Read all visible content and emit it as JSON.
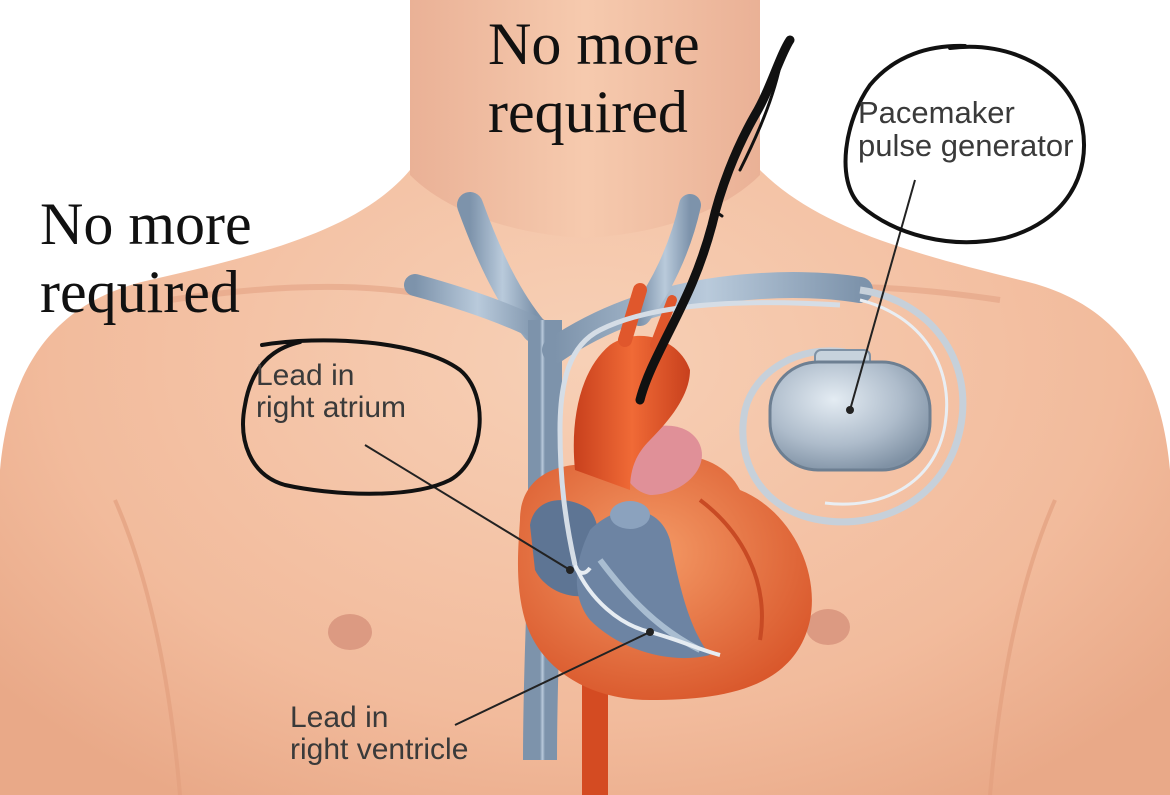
{
  "diagram": {
    "labels": {
      "pacemaker": [
        "Pacemaker",
        "pulse generator"
      ],
      "lead_atrium": [
        "Lead in",
        "right atrium"
      ],
      "lead_ventricle": [
        "Lead in",
        "right ventricle"
      ]
    },
    "annotations": {
      "top_note": [
        "No more",
        "required"
      ],
      "left_note": [
        "No more",
        "required"
      ]
    }
  },
  "colors": {
    "skin": "#f4c3a6",
    "skin_shadow": "#e6a585",
    "vein_blue": "#9cb2c8",
    "aorta_red": "#e0572c",
    "heart_muscle": "#ea7a48",
    "pacemaker_metal": "#aebccb",
    "ink": "#111111"
  }
}
